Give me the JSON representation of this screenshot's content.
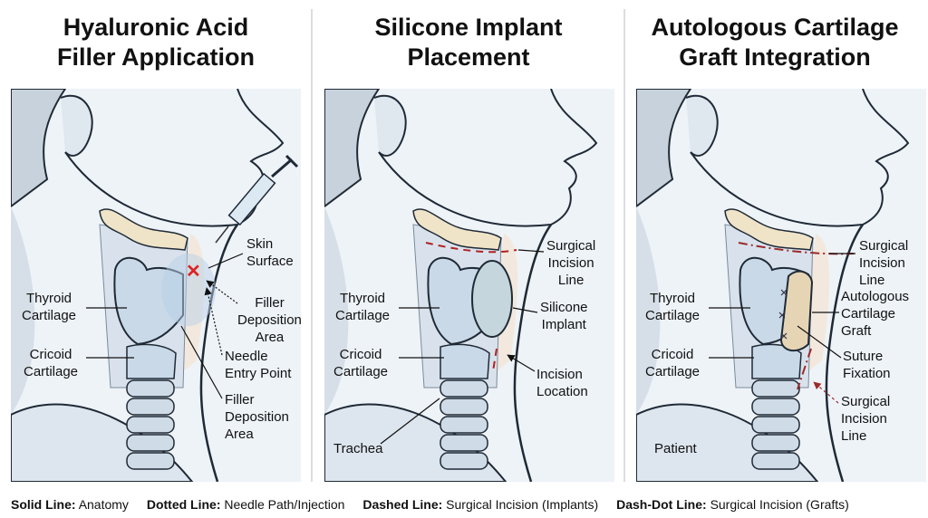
{
  "panels": [
    {
      "title": "Hyaluronic Acid\nFiller Application",
      "labels": {
        "thyroid": "Thyroid\nCartilage",
        "cricoid": "Cricoid\nCartilage",
        "skin": "Skin\nSurface",
        "filler1": "Filler\nDeposition\nArea",
        "needle": "Needle\nEntry Point",
        "filler2": "Filler\nDeposition\nArea"
      }
    },
    {
      "title": "Silicone Implant\nPlacement",
      "labels": {
        "thyroid": "Thyroid\nCartilage",
        "cricoid": "Cricoid\nCartilage",
        "trachea": "Trachea",
        "incision_line": "Surgical\nIncision\nLine",
        "implant": "Silicone\nImplant",
        "incision_location": "Incision\nLocation"
      }
    },
    {
      "title": "Autologous Cartilage\nGraft Integration",
      "labels": {
        "thyroid": "Thyroid\nCartilage",
        "cricoid": "Cricoid\nCartilage",
        "patient": "Patient",
        "incision_line": "Surgical\nIncision\nLine",
        "graft": "Autologous\nCartilage\nGraft",
        "suture": "Suture\nFixation",
        "incision_line2": "Surgical\nIncision\nLine"
      }
    }
  ],
  "legend": [
    {
      "key": "Solid Line:",
      "value": "Anatomy"
    },
    {
      "key": "Dotted Line:",
      "value": "Needle Path/Injection"
    },
    {
      "key": "Dashed Line:",
      "value": "Surgical Incision (Implants)"
    },
    {
      "key": "Dash-Dot Line:",
      "value": "Surgical Incision (Grafts)"
    }
  ],
  "colors": {
    "incision": "#b22222",
    "hyoid": "#efe3c8",
    "cartilage": "#c9d9e8",
    "skin_bg": "#edf2f7",
    "outline": "#1f2a36"
  }
}
